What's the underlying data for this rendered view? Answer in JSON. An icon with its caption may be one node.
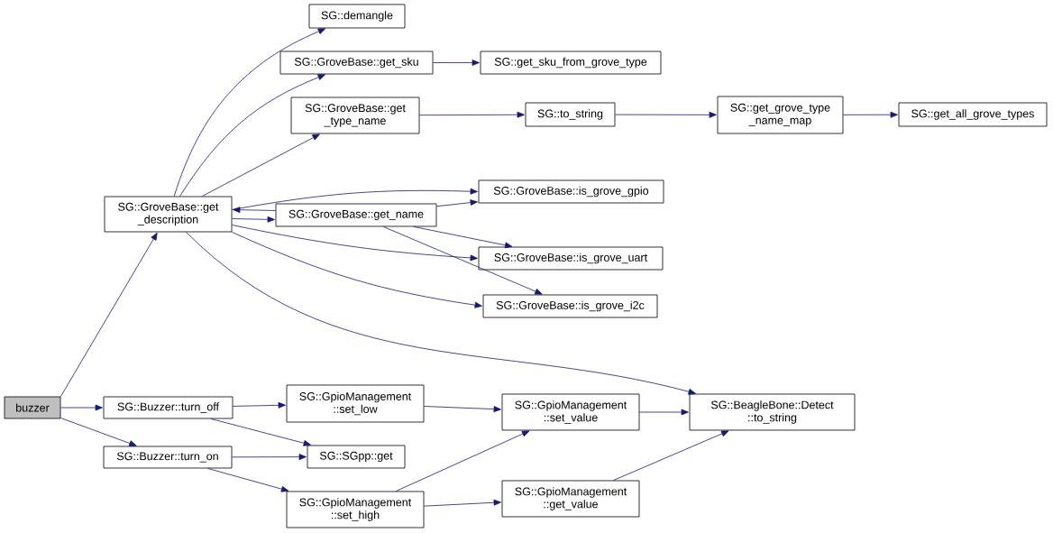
{
  "diagram": {
    "nodes": [
      {
        "text": [
          "buzzer"
        ]
      },
      {
        "text": [
          "SG::GroveBase::get _description"
        ]
      },
      {
        "text": [
          "SG::demangle"
        ]
      },
      {
        "text": [
          "SG::GroveBase::get_sku"
        ]
      },
      {
        "text": [
          "SG::get_sku_from_grove_type"
        ]
      },
      {
        "text": [
          "SG::GroveBase::get _type_name"
        ]
      },
      {
        "text": [
          "SG::to_string"
        ]
      },
      {
        "text": [
          "SG::get_grove_type _name_map"
        ]
      },
      {
        "text": [
          "SG::get_all_grove_types"
        ]
      },
      {
        "text": [
          "SG::GroveBase::is_grove_gpio"
        ]
      },
      {
        "text": [
          "SG::GroveBase::get_name"
        ]
      },
      {
        "text": [
          "SG::GroveBase::is_grove_uart"
        ]
      },
      {
        "text": [
          "SG::GroveBase::is_grove_i2c"
        ]
      },
      {
        "text": [
          "SG::Buzzer::turn_off"
        ]
      },
      {
        "text": [
          "SG::GpioManagement ::set_low"
        ]
      },
      {
        "text": [
          "SG::GpioManagement ::set_value"
        ]
      },
      {
        "text": [
          "SG::BeagleBone::Detect ::to_string"
        ]
      },
      {
        "text": [
          "SG::SGpp::get"
        ]
      },
      {
        "text": [
          "SG::Buzzer::turn_on"
        ]
      },
      {
        "text": [
          "SG::GpioManagement ::set_high"
        ]
      },
      {
        "text": [
          "SG::GpioManagement ::get_value"
        ]
      }
    ],
    "edges": [
      {
        "from": 0,
        "to": 1,
        "arrow": "to"
      },
      {
        "from": 0,
        "to": 13,
        "arrow": "to"
      },
      {
        "from": 0,
        "to": 18,
        "arrow": "to"
      },
      {
        "from": 1,
        "to": 2,
        "arrow": "to"
      },
      {
        "from": 1,
        "to": 3,
        "arrow": "to"
      },
      {
        "from": 1,
        "to": 5,
        "arrow": "to"
      },
      {
        "from": 1,
        "to": 9,
        "arrow": "to"
      },
      {
        "from": 1,
        "to": 10,
        "arrow": "to"
      },
      {
        "from": 10,
        "to": 1,
        "arrow": "to"
      },
      {
        "from": 1,
        "to": 11,
        "arrow": "to"
      },
      {
        "from": 1,
        "to": 12,
        "arrow": "to"
      },
      {
        "from": 1,
        "to": 16,
        "arrow": "to"
      },
      {
        "from": 3,
        "to": 4,
        "arrow": "to"
      },
      {
        "from": 5,
        "to": 6,
        "arrow": "to"
      },
      {
        "from": 6,
        "to": 7,
        "arrow": "to"
      },
      {
        "from": 7,
        "to": 8,
        "arrow": "to"
      },
      {
        "from": 10,
        "to": 9,
        "arrow": "to"
      },
      {
        "from": 10,
        "to": 11,
        "arrow": "to"
      },
      {
        "from": 10,
        "to": 12,
        "arrow": "to"
      },
      {
        "from": 13,
        "to": 14,
        "arrow": "to"
      },
      {
        "from": 13,
        "to": 17,
        "arrow": "to"
      },
      {
        "from": 18,
        "to": 17,
        "arrow": "to"
      },
      {
        "from": 18,
        "to": 19,
        "arrow": "to"
      },
      {
        "from": 14,
        "to": 15,
        "arrow": "to"
      },
      {
        "from": 15,
        "to": 16,
        "arrow": "to"
      },
      {
        "from": 19,
        "to": 15,
        "arrow": "to"
      },
      {
        "from": 19,
        "to": 20,
        "arrow": "to"
      },
      {
        "from": 20,
        "to": 16,
        "arrow": "to"
      }
    ]
  }
}
